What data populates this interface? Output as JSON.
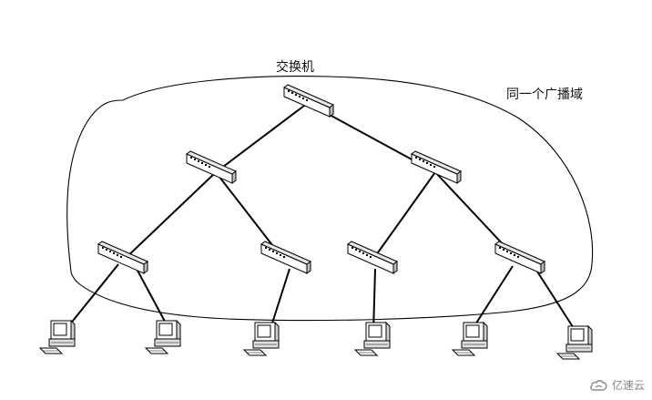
{
  "diagram": {
    "switch_label": "交换机",
    "broadcast_domain_label": "同一个广播域",
    "watermark_text": "亿速云",
    "colors": {
      "line": "#000000",
      "device_fill": "#ffffff",
      "device_shade": "#d4d4d4",
      "watermark": "#8a8a8a"
    }
  }
}
